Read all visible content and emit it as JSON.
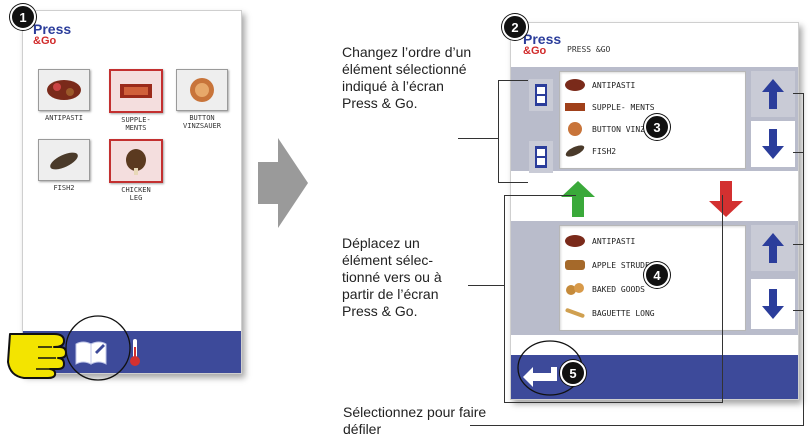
{
  "badges": {
    "b1": "1",
    "b2": "2",
    "b3": "3",
    "b4": "4",
    "b5": "5"
  },
  "panel1": {
    "brand_line1": "Press",
    "brand_line2": "&Go",
    "items": [
      {
        "label": "ANTIPASTI"
      },
      {
        "label": "SUPPLE-\nMENTS"
      },
      {
        "label": "BUTTON\nVINZSAUER"
      },
      {
        "label": "FISH2"
      },
      {
        "label": "CHICKEN\nLEG"
      }
    ]
  },
  "instructions": {
    "reorder": "Changez l’ordre d’un élément sélectionné indiqué à l’écran Press & Go.",
    "move": "Déplacez un élément sélec-tionné vers ou à partir de l’écran Press & Go.",
    "scroll": "Sélectionnez pour faire défiler"
  },
  "panel2": {
    "brand_line1": "Press",
    "brand_line2": "&Go",
    "title": "PRESS &GO",
    "top_list": [
      "ANTIPASTI",
      "SUPPLE- MENTS",
      "BUTTON VINZSAUER",
      "FISH2"
    ],
    "bottom_list": [
      "ANTIPASTI",
      "APPLE STRUDEL",
      "BAKED GOODS",
      "BAGUETTE LONG"
    ]
  },
  "colors": {
    "brand_blue": "#2b3d9b",
    "brand_red": "#d12a2a",
    "bar_blue": "#3d4a9a",
    "arrow_green": "#3aa93a",
    "arrow_red": "#d33030",
    "hand_yellow": "#f3e400"
  }
}
